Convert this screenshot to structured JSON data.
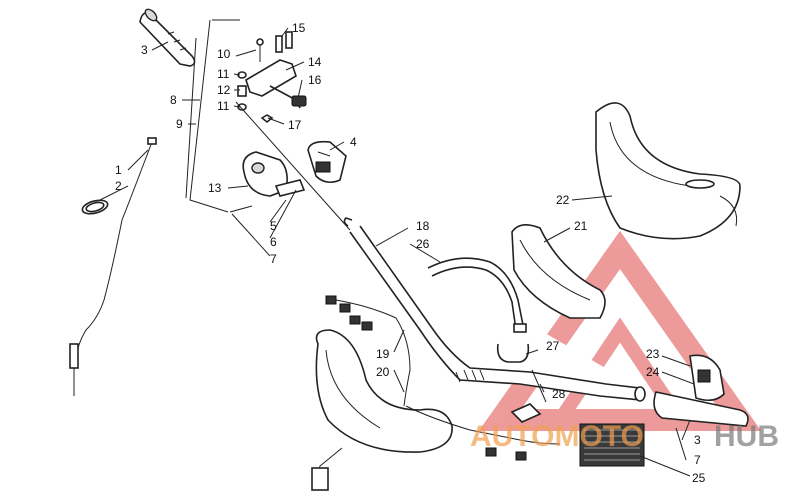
{
  "labels": {
    "l1": "1",
    "l2": "2",
    "l3a": "3",
    "l3b": "3",
    "l4": "4",
    "l5": "5",
    "l6": "6",
    "l7a": "7",
    "l7b": "7",
    "l8": "8",
    "l9": "9",
    "l10": "10",
    "l11a": "11",
    "l11b": "11",
    "l12": "12",
    "l13": "13",
    "l14": "14",
    "l15": "15",
    "l16": "16",
    "l17": "17",
    "l18": "18",
    "l19": "19",
    "l20": "20",
    "l21": "21",
    "l22": "22",
    "l23": "23",
    "l24": "24",
    "l25": "25",
    "l26": "26",
    "l27": "27",
    "l28": "28"
  },
  "watermark": {
    "text_left": "AUTOMOTO",
    "text_right": "HUB",
    "color_red": "#e04848",
    "color_orange": "#f0a050",
    "color_gray": "#7a7a7a"
  }
}
